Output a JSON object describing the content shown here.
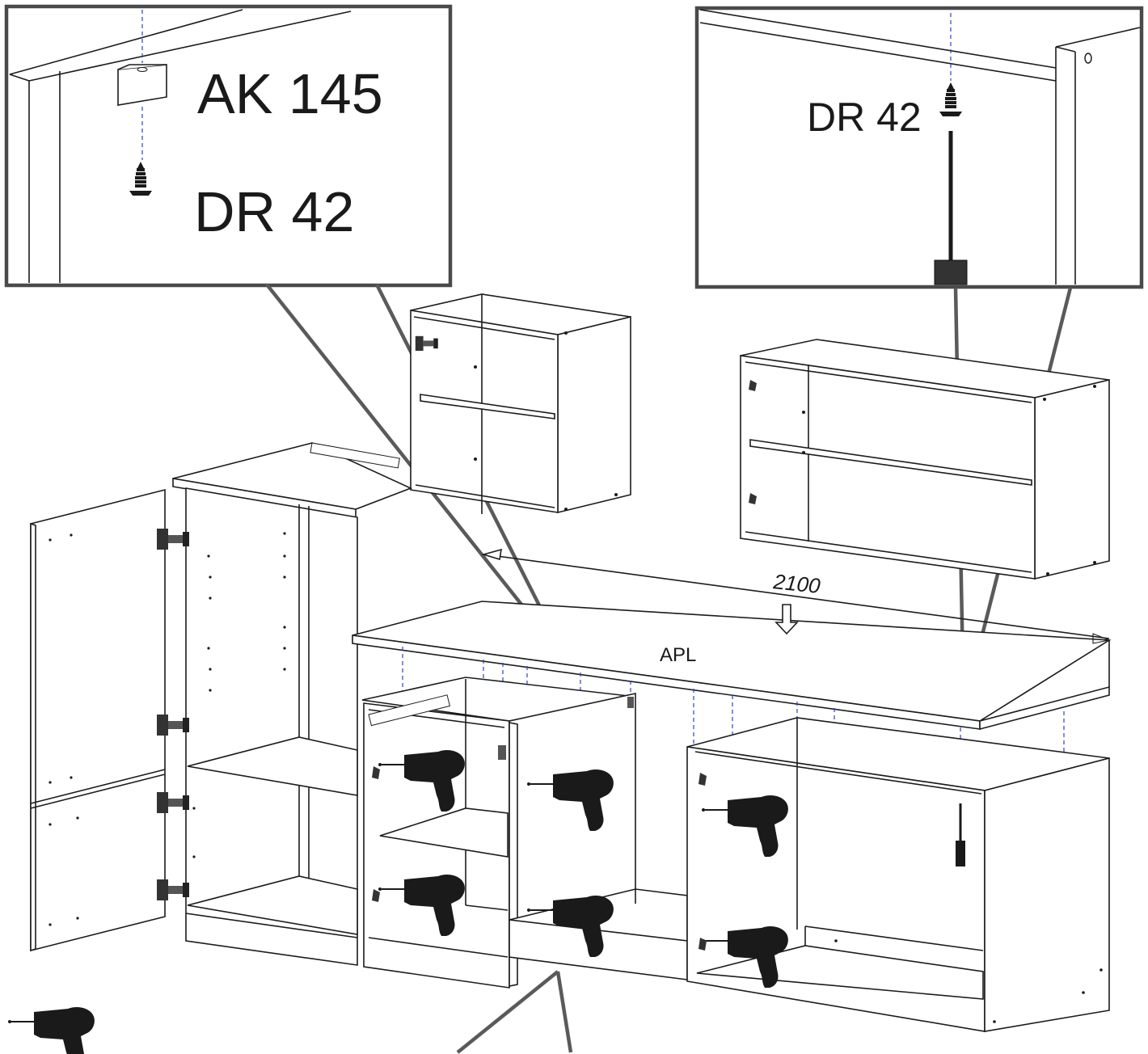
{
  "callout_left": {
    "connector_label": "AK 145",
    "dowel_label": "DR 42"
  },
  "callout_right": {
    "dowel_label": "DR 42"
  },
  "dimension": {
    "worktop_length": "2100"
  },
  "worktop": {
    "label": "APL"
  },
  "icons": [
    "drill-icon",
    "screwdriver-icon",
    "dowel-icon",
    "arrow-down-icon",
    "hinge-icon",
    "drawer-runner-icon"
  ],
  "colors": {
    "line": "#1c1c1c",
    "guide": "#2b3fd6",
    "callout": "#5a5a5a"
  }
}
